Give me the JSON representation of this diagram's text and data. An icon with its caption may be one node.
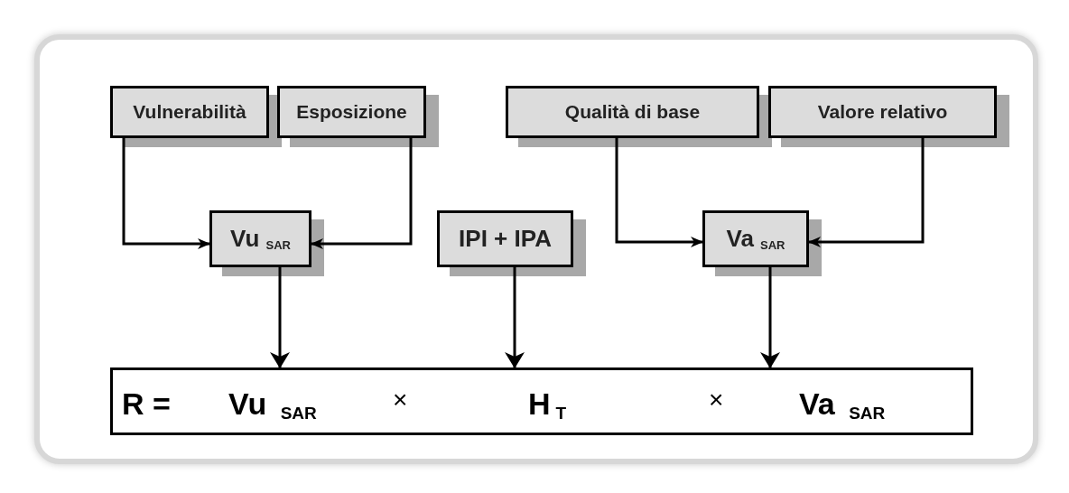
{
  "diagram": {
    "nodes": [
      {
        "text": [
          "Vulnerabilità"
        ]
      },
      {
        "text": [
          "Esposizione"
        ]
      },
      {
        "text": [
          "Qualità di base"
        ]
      },
      {
        "text": [
          "Valore relativo"
        ]
      },
      {
        "text": [
          "Vu $_{SAR}$"
        ]
      },
      {
        "text": [
          "IPI + IPA"
        ]
      },
      {
        "text": [
          "Va $_{SAR}$"
        ]
      },
      {
        "text": [
          "R =",
          "Vu $_{SAR}$",
          "×",
          "H$_{T}$",
          "×",
          "Va $_{SAR}$"
        ]
      }
    ],
    "edges": [
      {
        "from": 0,
        "to": 4,
        "arrow": "to"
      },
      {
        "from": 1,
        "to": 4,
        "arrow": "to"
      },
      {
        "from": 2,
        "to": 6,
        "arrow": "to"
      },
      {
        "from": 3,
        "to": 6,
        "arrow": "to"
      },
      {
        "from": 4,
        "to": 7,
        "arrow": "to"
      },
      {
        "from": 5,
        "to": 7,
        "arrow": "to"
      },
      {
        "from": 6,
        "to": 7,
        "arrow": "to"
      }
    ]
  }
}
